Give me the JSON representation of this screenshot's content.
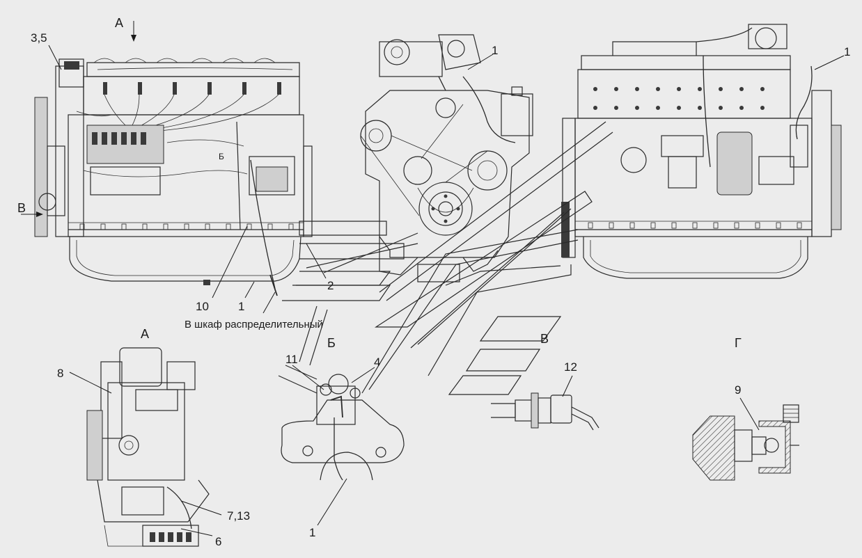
{
  "labels": {
    "view_a_arrow": "А",
    "view_b_arrow": "В",
    "view_b_mark": "Б",
    "callout_3_5": "3,5",
    "callout_1_top_center": "1",
    "callout_1_top_right": "1",
    "callout_2": "2",
    "callout_10": "10",
    "callout_1_left": "1",
    "note_cabinet": "В шкаф распределительный",
    "view_a_title": "А",
    "view_b_title": "Б",
    "view_v_title": "В",
    "view_g_title": "Г",
    "callout_8": "8",
    "callout_11": "11",
    "callout_4": "4",
    "callout_12": "12",
    "callout_9": "9",
    "callout_7_13": "7,13",
    "callout_6": "6",
    "callout_1_bottom": "1"
  }
}
